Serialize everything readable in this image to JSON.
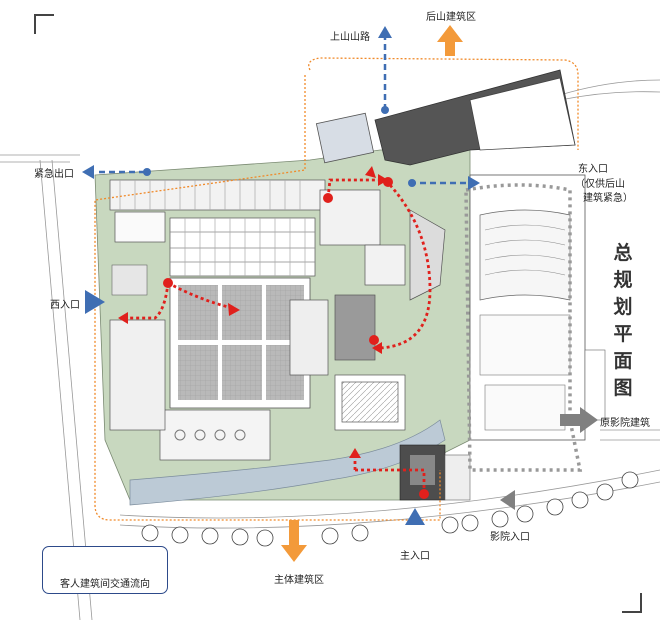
{
  "labels": {
    "north_zone": "后山建筑区",
    "mountain_road": "上山山路",
    "emergency_exit": "紧急出口",
    "east_entrance": "东入口",
    "east_note_1": "（仅供后山",
    "east_note_2": "建筑紧急）",
    "west_entrance": "西入口",
    "cinema_building": "原影院建筑",
    "cinema_entrance": "影院入口",
    "main_entrance": "主入口",
    "main_zone": "主体建筑区"
  },
  "title_chars": [
    "总",
    "规",
    "划",
    "平",
    "面",
    "图"
  ],
  "legend": {
    "label": "客人建筑间交通流向"
  },
  "colors": {
    "guest_flow": "#e0201c",
    "blue_route": "#3f6eb3",
    "orange_arrow": "#f39a3a",
    "gray_arrow": "#808080",
    "boundary": "#f08a2a",
    "green_area": "#c8d8bf",
    "water": "#bccad6",
    "dark_roof": "#555555"
  }
}
